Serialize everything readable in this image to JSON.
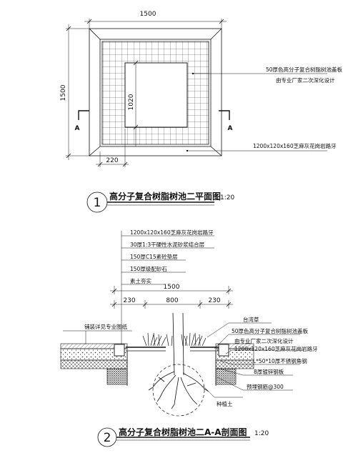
{
  "plan": {
    "dim_width": "1500",
    "dim_height": "1500",
    "dim_inner": "1020",
    "dim_edge": "220",
    "section_mark_left": "A",
    "section_mark_right": "A",
    "note_grate_line1": "50厚色高分子复合树脂树池盖板",
    "note_grate_line2": "由专业厂家二次深化设计",
    "note_curb": "1200x120x160芝麻灰花岗岩路牙"
  },
  "title1": {
    "number": "1",
    "text": "高分子复合树脂树池二平面图",
    "scale": "1:20"
  },
  "section": {
    "layers": [
      "1200x120x160芝麻灰花岗岩路牙",
      "30厚1:3干硬性水泥砂浆结合层",
      "150厚C15素砼垫层",
      "150厚级配砂石",
      "素土夯实"
    ],
    "dim_total": "1500",
    "dim_left": "230",
    "dim_mid": "800",
    "dim_right": "230",
    "note_paving": "铺装详见专业图纸",
    "note_moss": "台湾草",
    "note_grate_line1": "50厚色高分子复合树脂树池盖板",
    "note_grate_line2": "由专业厂家二次深化设计",
    "note_curb": "1200x120x160芝麻灰花岗岩路牙",
    "note_angle": "L*50*10厚不锈钢角钢",
    "note_frame": "8厚镀锌钢板",
    "note_rebar": "预埋钢筋@300",
    "note_soil": "种植土"
  },
  "title2": {
    "number": "2",
    "text": "高分子复合树脂树池二A-A剖面图",
    "scale": "1:20"
  },
  "colors": {
    "ink": "#111111",
    "paper": "#ffffff",
    "hatch": "#555555"
  }
}
